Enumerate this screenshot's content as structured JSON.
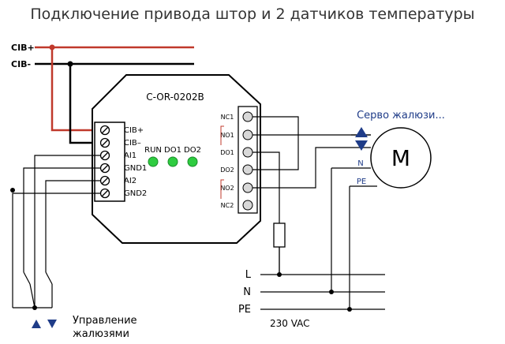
{
  "title": "Подключение привода штор и 2 датчиков температуры",
  "bus": {
    "plus": "CIB+",
    "minus": "CIB-"
  },
  "module": {
    "name": "C-OR-0202B",
    "terminals": [
      "CIB+",
      "CIB–",
      "AI1",
      "GND1",
      "AI2",
      "GND2"
    ],
    "leds": [
      "RUN",
      "DO1",
      "DO2"
    ],
    "relay_terminals": [
      "NC1",
      "NO1",
      "DO1",
      "DO2",
      "NO2",
      "NC2"
    ]
  },
  "motor": {
    "title": "Серво жалюзи...",
    "symbol": "M",
    "n_label": "N",
    "pe_label": "PE"
  },
  "mains": {
    "lines": [
      "L",
      "N",
      "PE"
    ],
    "voltage": "230 VAC"
  },
  "control": {
    "line1": "Управление",
    "line2": "жалюзями"
  },
  "colors": {
    "bus_plus": "#c0392b",
    "bus_minus": "#000000",
    "led": "#2ecc40",
    "arrow": "#1f3c88"
  },
  "icons": {
    "led": "green-led-icon",
    "motor": "motor-icon",
    "arrow_up": "triangle-up-icon",
    "arrow_down": "triangle-down-icon",
    "fuse": "fuse-icon",
    "switch": "switch-icon"
  }
}
